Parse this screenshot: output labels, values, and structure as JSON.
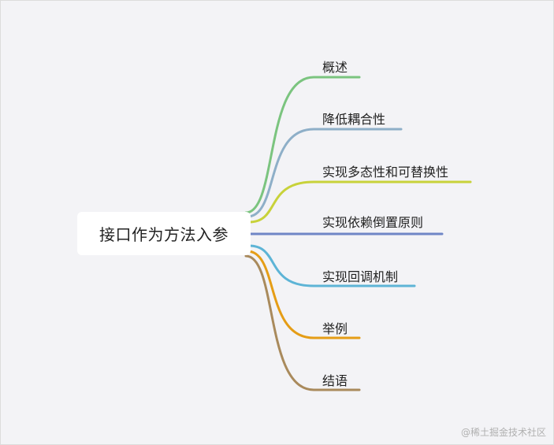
{
  "root": {
    "label": "接口作为方法入参"
  },
  "branches": [
    {
      "label": "概述",
      "color": "#7bc47f"
    },
    {
      "label": "降低耦合性",
      "color": "#8eafc8"
    },
    {
      "label": "实现多态性和可替换性",
      "color": "#c8d23a"
    },
    {
      "label": "实现依赖倒置原则",
      "color": "#6f86c6"
    },
    {
      "label": "实现回调机制",
      "color": "#5db4d6"
    },
    {
      "label": "举例",
      "color": "#e59d16"
    },
    {
      "label": "结语",
      "color": "#a98a5c"
    }
  ],
  "watermark": "@稀土掘金技术社区"
}
